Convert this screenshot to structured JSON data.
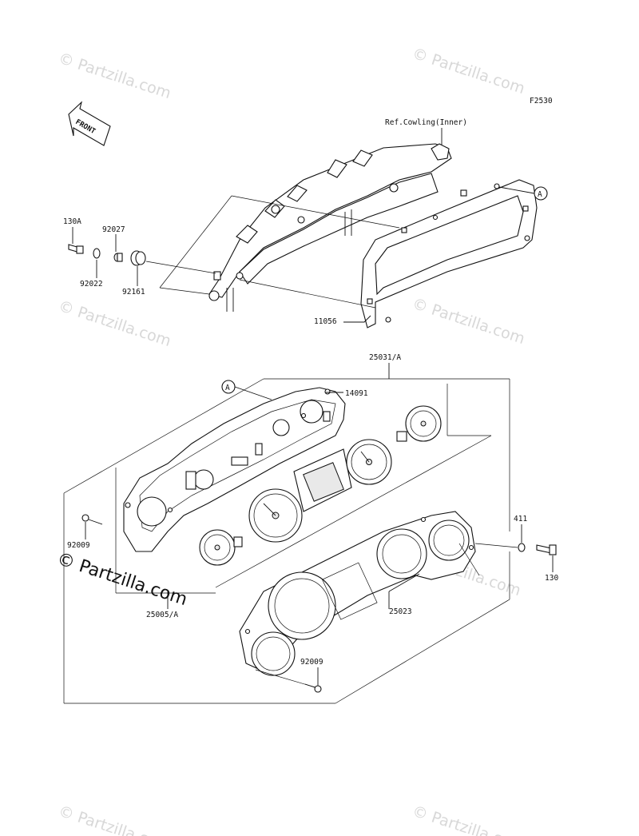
{
  "figure_code": "F2530",
  "front_marker": "FRONT",
  "reference_marker": "A",
  "watermark_text": "© Partzilla.com",
  "parts": {
    "ref_cowling": "Ref.Cowling(Inner)",
    "p130A": "130A",
    "p92027": "92027",
    "p92022": "92022",
    "p92161": "92161",
    "p11056": "11056",
    "p25031": "25031/A",
    "p14091": "14091",
    "p92009_left": "92009",
    "p25005": "25005/A",
    "p411": "411",
    "p130": "130",
    "p25023": "25023",
    "p92009_bottom": "92009"
  }
}
